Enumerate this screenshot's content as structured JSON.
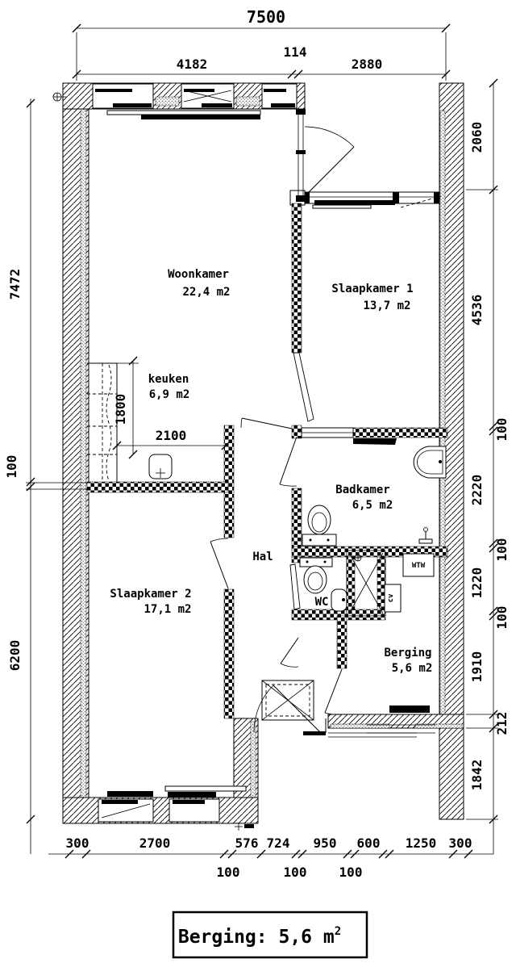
{
  "colors": {
    "ink": "#000000",
    "paper": "#ffffff"
  },
  "rooms": {
    "woonkamer": {
      "name": "Woonkamer",
      "area": "22,4 m2"
    },
    "slaapkamer1": {
      "name": "Slaapkamer 1",
      "area": "13,7 m2"
    },
    "keuken": {
      "name": "keuken",
      "area": "6,9 m2"
    },
    "badkamer": {
      "name": "Badkamer",
      "area": "6,5 m2"
    },
    "hal": {
      "name": "Hal"
    },
    "wc": {
      "name": "WC"
    },
    "slaapkamer2": {
      "name": "Slaapkamer 2",
      "area": "17,1 m2"
    },
    "berging": {
      "name": "Berging",
      "area": "5,6 m2"
    }
  },
  "equipment": {
    "wtw": "WTW",
    "cv": "cv"
  },
  "dims": {
    "overall": "7500",
    "top": [
      "4182",
      "114",
      "2880"
    ],
    "left": [
      "7472",
      "100",
      "6200"
    ],
    "right": [
      "2060",
      "4536",
      "100",
      "2220",
      "100",
      "1220",
      "100",
      "1910",
      "212",
      "1842"
    ],
    "bottom": [
      "300",
      "2700",
      "576",
      "724",
      "950",
      "600",
      "1250",
      "300"
    ],
    "bottom_sub": [
      "100",
      "100",
      "100"
    ],
    "kitchen": [
      "1800",
      "2100"
    ]
  },
  "footer": {
    "label": "Berging: 5,6 m",
    "sup": "2"
  }
}
